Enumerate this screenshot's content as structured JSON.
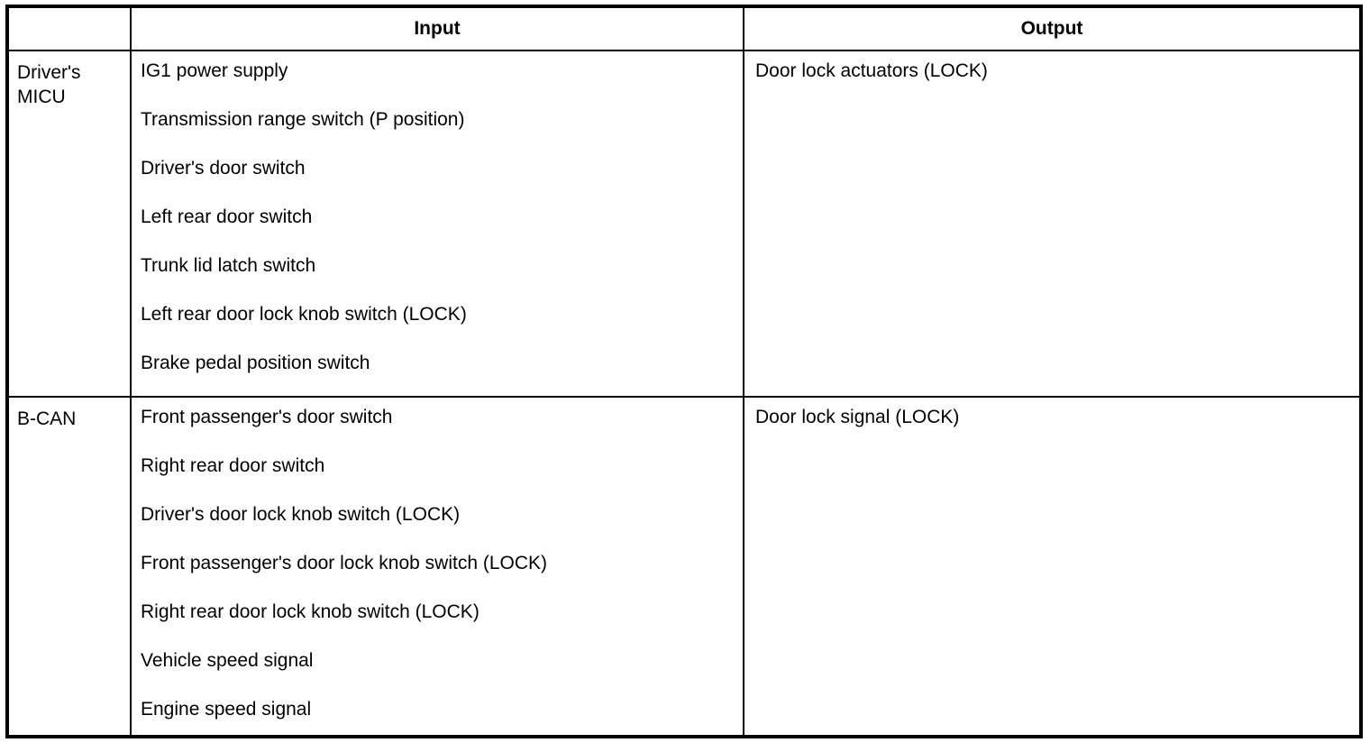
{
  "table": {
    "headers": {
      "source": "",
      "input": "Input",
      "output": "Output"
    },
    "rows": [
      {
        "source": "Driver's MICU",
        "inputs": [
          "IG1 power supply",
          "Transmission range switch (P position)",
          "Driver's door switch",
          "Left rear door switch",
          "Trunk lid latch switch",
          "Left rear door lock knob switch (LOCK)",
          "Brake pedal position switch"
        ],
        "output": "Door lock actuators (LOCK)"
      },
      {
        "source": "B-CAN",
        "inputs": [
          "Front passenger's door switch",
          "Right rear door switch",
          "Driver's door lock knob switch (LOCK)",
          "Front passenger's door lock knob switch (LOCK)",
          "Right rear door lock knob switch (LOCK)",
          "Vehicle speed signal",
          "Engine speed signal"
        ],
        "output": "Door lock signal (LOCK)"
      }
    ]
  },
  "colors": {
    "border": "#000000",
    "text": "#000000",
    "background": "#ffffff"
  }
}
